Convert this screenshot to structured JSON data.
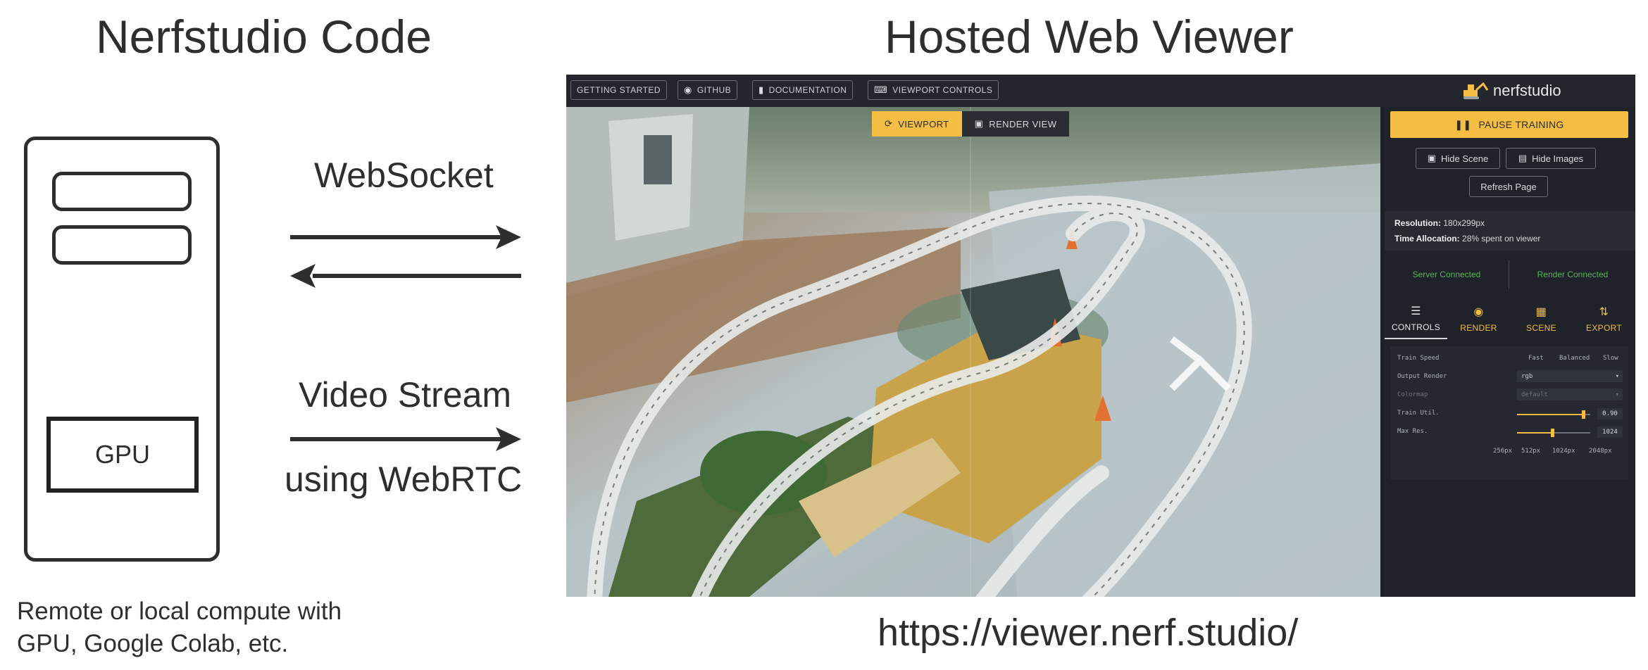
{
  "left_title": "Nerfstudio Code",
  "right_title": "Hosted Web Viewer",
  "server": {
    "gpu_label": "GPU",
    "caption_line1": "Remote or local compute with",
    "caption_line2": "GPU, Google Colab, etc."
  },
  "connections": {
    "websocket_label": "WebSocket",
    "video_label": "Video Stream",
    "webrtc_label": "using WebRTC"
  },
  "viewer": {
    "nav": [
      {
        "label": "GETTING STARTED",
        "icon": ""
      },
      {
        "label": "GITHUB",
        "icon": "github-icon"
      },
      {
        "label": "DOCUMENTATION",
        "icon": "document-icon"
      },
      {
        "label": "VIEWPORT CONTROLS",
        "icon": "keyboard-icon"
      }
    ],
    "brand": "nerfstudio",
    "view_tabs": {
      "viewport": "VIEWPORT",
      "render_view": "RENDER VIEW"
    },
    "panel": {
      "pause_label": "PAUSE TRAINING",
      "hide_scene": "Hide Scene",
      "hide_images": "Hide Images",
      "refresh": "Refresh Page",
      "resolution_key": "Resolution:",
      "resolution_val": "180x299px",
      "time_key": "Time Allocation:",
      "time_val": "28% spent on viewer",
      "server_status": "Server Connected",
      "render_status": "Render Connected",
      "tabs": [
        "CONTROLS",
        "RENDER",
        "SCENE",
        "EXPORT"
      ],
      "controls": {
        "train_speed_label": "Train Speed",
        "speed_options": [
          "Fast",
          "Balanced",
          "Slow"
        ],
        "output_render_label": "Output Render",
        "output_render_value": "rgb",
        "colormap_label": "Colormap",
        "colormap_value": "default",
        "train_util_label": "Train Util.",
        "train_util_value": "0.90",
        "max_res_label": "Max Res.",
        "max_res_value": "1024",
        "res_ticks": [
          "256px",
          "512px",
          "1024px",
          "2048px"
        ]
      }
    },
    "url": "https://viewer.nerf.studio/"
  },
  "colors": {
    "accent": "#f4bd44",
    "panel": "#1f2228",
    "connected": "#58b35c",
    "ink": "#2e2e2e"
  }
}
